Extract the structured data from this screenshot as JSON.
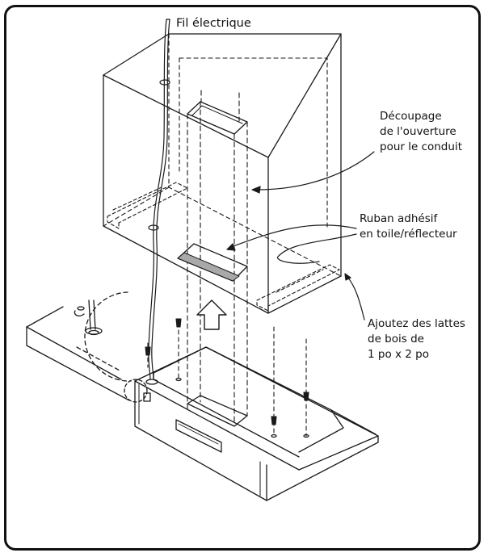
{
  "labels": {
    "electrical_wire": "Fil électrique",
    "cutout": [
      "Découpage",
      "de l'ouverture",
      "pour le conduit"
    ],
    "tape": [
      "Ruban adhésif",
      "en toile/réflecteur"
    ],
    "battens": [
      "Ajoutez des lattes",
      "de bois de",
      "1 po x 2 po"
    ]
  },
  "colors": {
    "line": "#1a1a1a",
    "tape_fill": "#a9a9a9",
    "frame": "#111111"
  },
  "icons": {
    "up_arrow": "up-arrow-icon"
  }
}
